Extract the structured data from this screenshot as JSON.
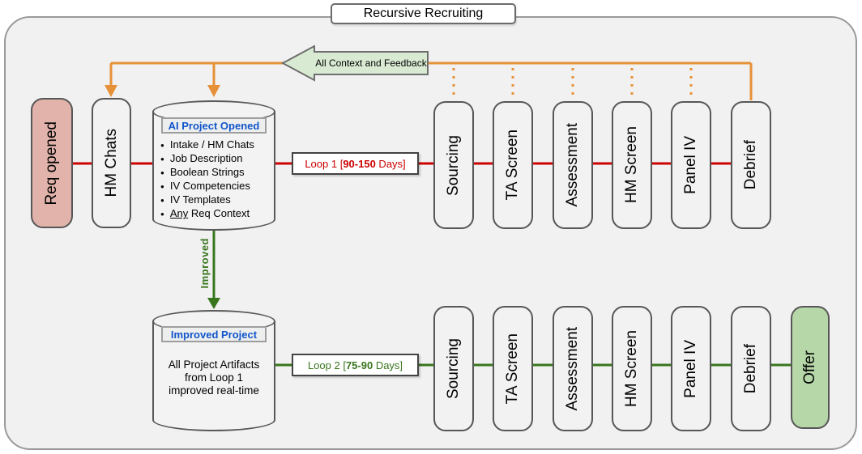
{
  "title": "Recursive Recruiting",
  "feedback_arrow": {
    "label": "All Context and Feedback"
  },
  "nodes": {
    "req_opened": "Req opened",
    "hm_chats": "HM Chats",
    "offer": "Offer"
  },
  "cylinder1": {
    "header": "AI Project Opened",
    "bullets": [
      "Intake / HM Chats",
      "Job Description",
      "Boolean Strings",
      "IV Competencies",
      "IV Templates"
    ],
    "last_bullet": {
      "underlined": "Any",
      "rest": " Req Context"
    }
  },
  "cylinder2": {
    "header": "Improved Project",
    "lines": [
      "All Project Artifacts",
      "from Loop 1",
      "improved real-time"
    ]
  },
  "loop1": {
    "prefix": "Loop 1 [",
    "bold": "90-150",
    "suffix": " Days]"
  },
  "loop2": {
    "prefix": "Loop 2 [",
    "bold": "75-90",
    "suffix": " Days]"
  },
  "improved_label": "Improved",
  "loop1_stages": [
    "Sourcing",
    "TA Screen",
    "Assessment",
    "HM Screen",
    "Panel IV",
    "Debrief"
  ],
  "loop2_stages": [
    "Sourcing",
    "TA Screen",
    "Assessment",
    "HM Screen",
    "Panel IV",
    "Debrief"
  ],
  "colors": {
    "loop1_line": "#cc0000",
    "loop2_line": "#38761d",
    "feedback_line": "#e69138",
    "feedback_fill": "#d9ead3",
    "header_text": "#1155cc",
    "req_opened_fill": "#e2b3aa",
    "offer_fill": "#b6d7a8",
    "stage_fill": "#f2f2f2"
  }
}
